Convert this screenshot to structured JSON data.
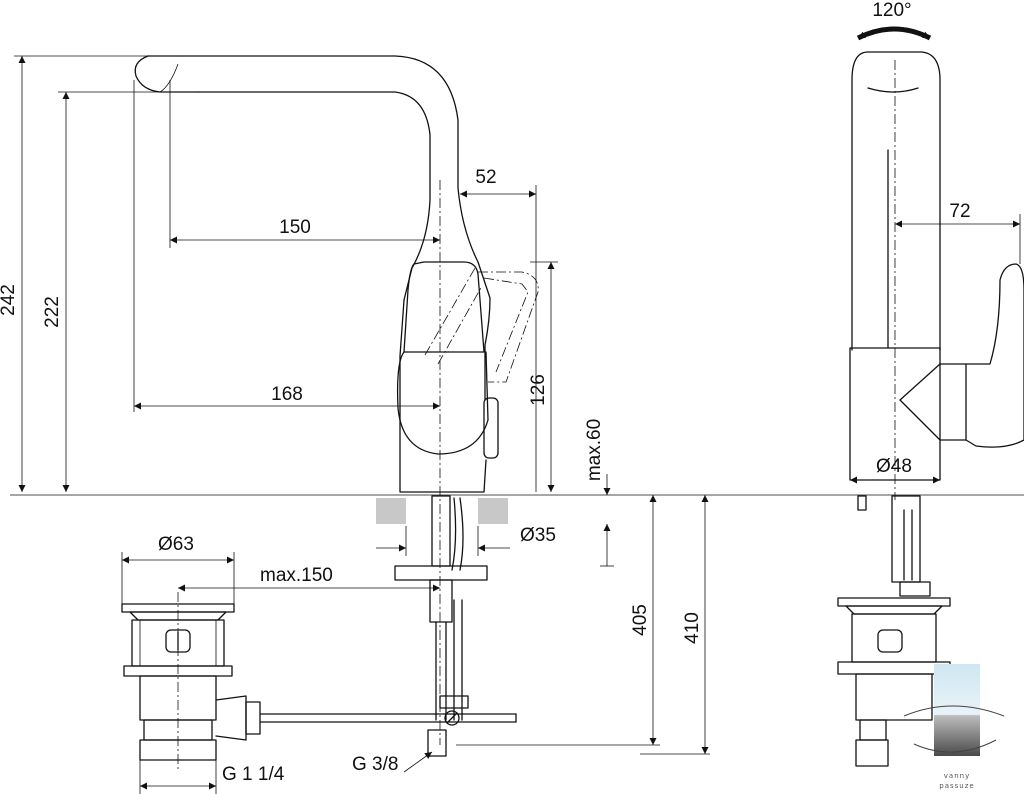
{
  "front_view": {
    "height_total": "242",
    "height_spout": "222",
    "reach_150": "150",
    "offset_52": "52",
    "reach_168": "168",
    "lever_126": "126",
    "deck_max": "max.60",
    "hole_dia": "Ø35",
    "depth_405": "405",
    "depth_410": "410",
    "thread_g38": "G 3/8"
  },
  "waste_view": {
    "dia_63": "Ø63",
    "rod_max": "max.150",
    "thread_g114": "G 1 1/4"
  },
  "side_view": {
    "swivel": "120°",
    "offset_72": "72",
    "base_dia": "Ø48"
  },
  "watermark": {
    "line1": "vanny",
    "line2": "passuze"
  },
  "colors": {
    "line": "#111111",
    "deck": "#c8c8c8"
  }
}
